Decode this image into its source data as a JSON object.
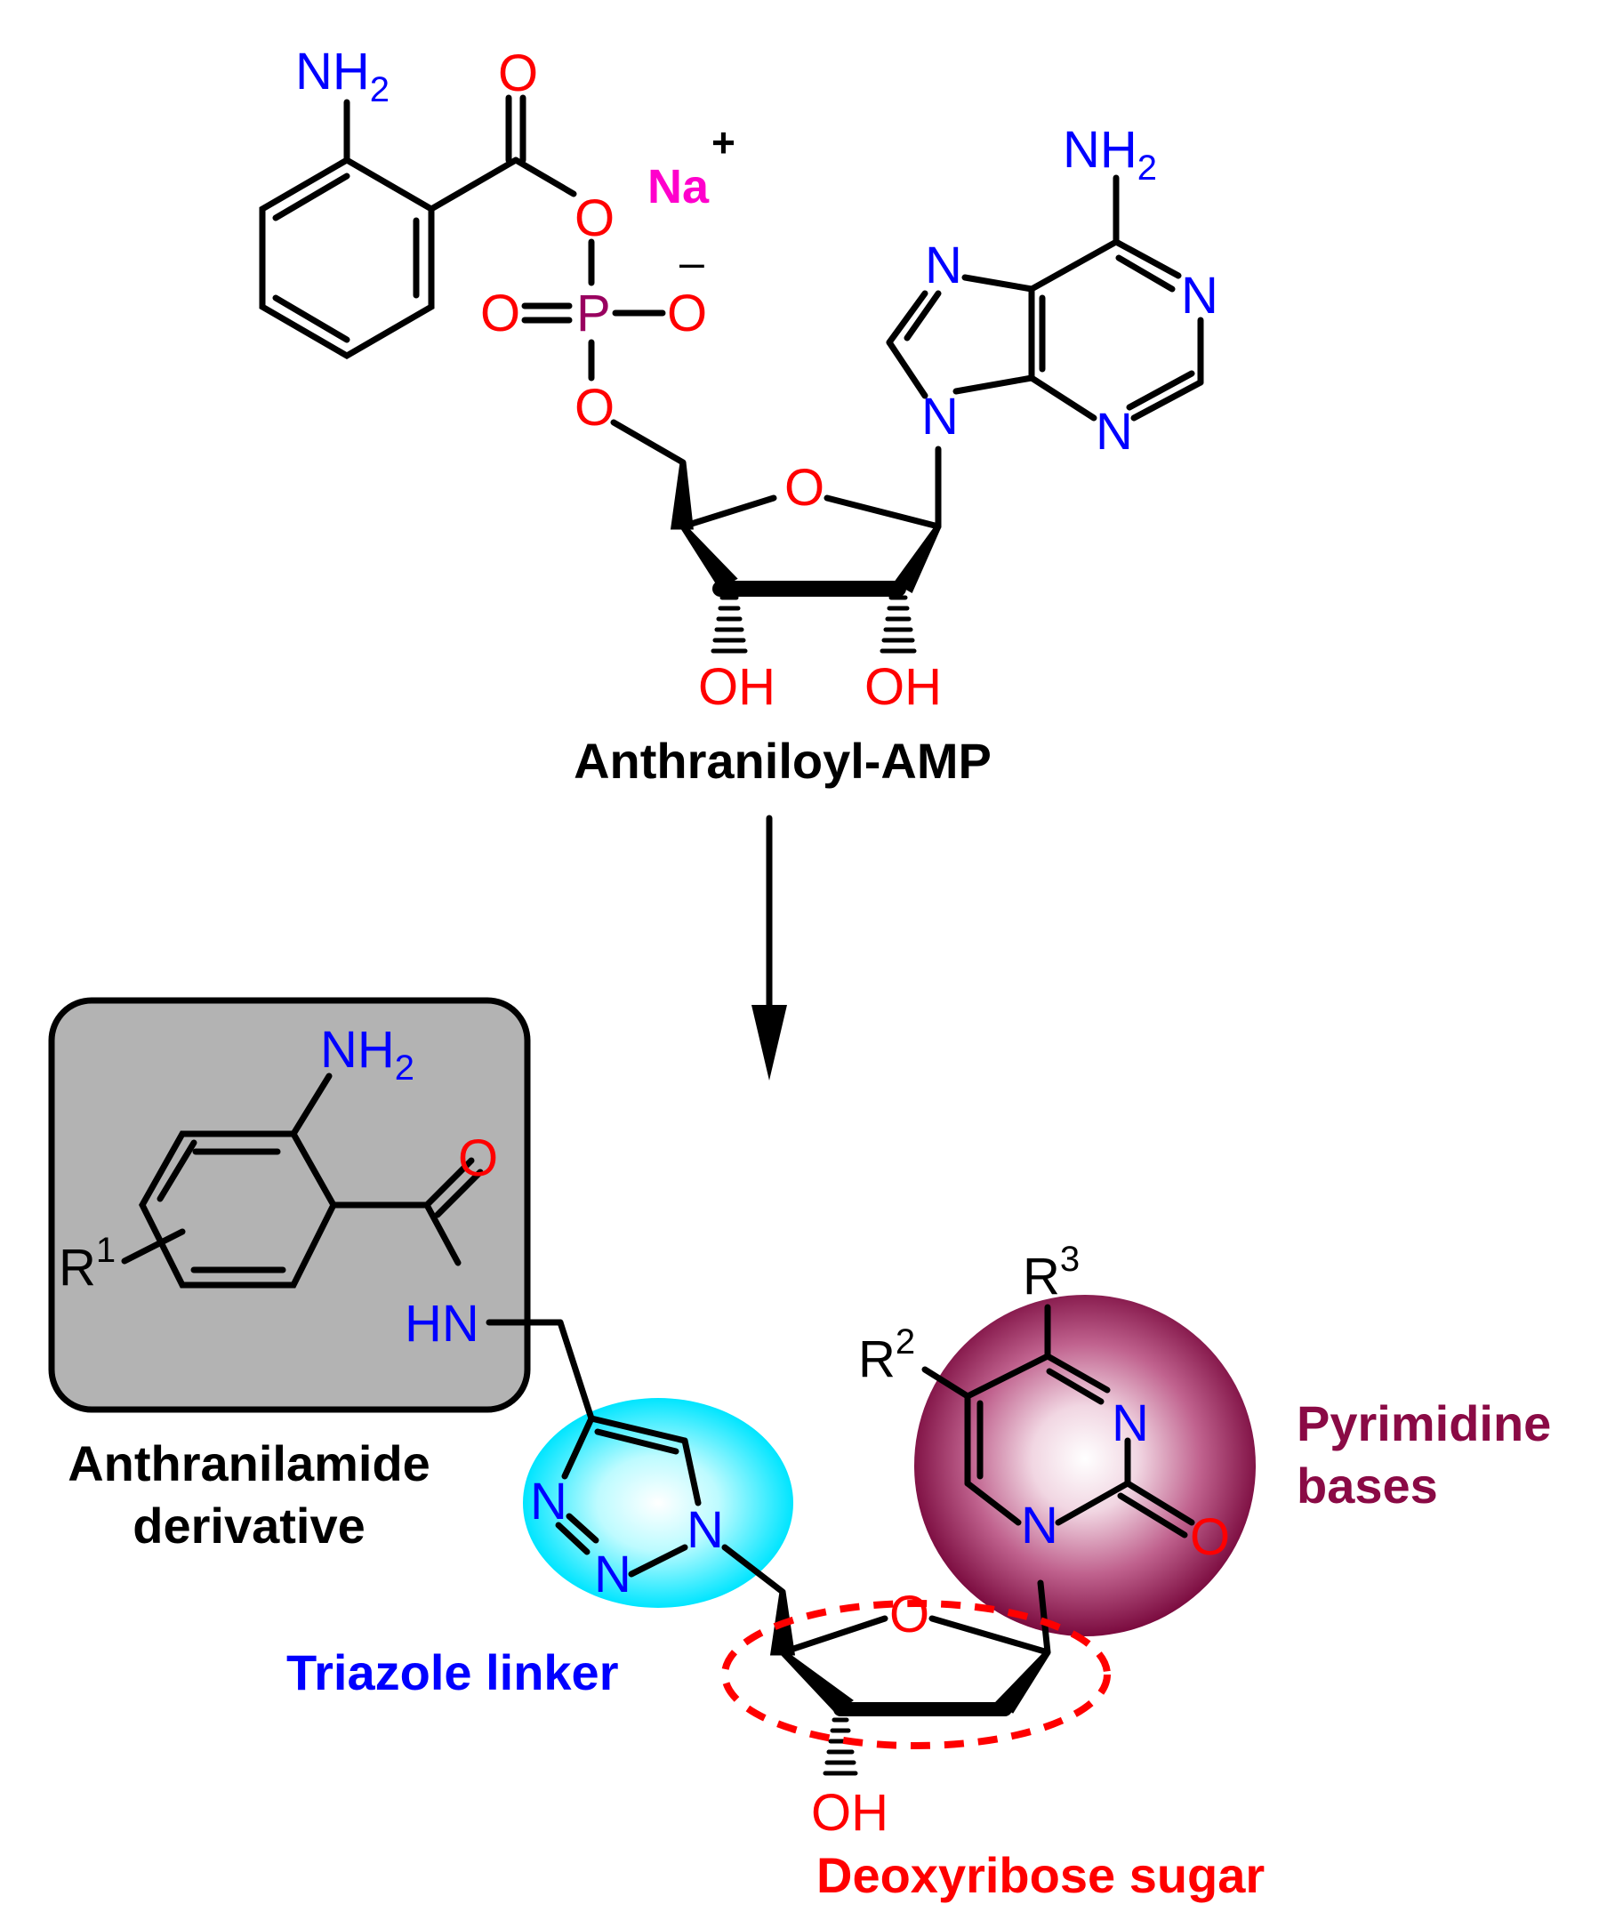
{
  "colors": {
    "bond": "#000000",
    "oxygen": "#ff0000",
    "nitrogen": "#0000ff",
    "phosphorus": "#99005f",
    "sodium": "#ff00cc",
    "box_fill": "#b3b3b3",
    "triazole_glow": "#00e5ff",
    "pyrimidine_sphere": "#8a0a45",
    "pyrimidine_label": "#8a0a45",
    "triazole_label": "#0000ff",
    "sugar_label": "#ff0000"
  },
  "top_molecule": {
    "caption": "Anthraniloyl-AMP",
    "labels": {
      "aniline_N": "NH",
      "aniline_sub": "2",
      "carbonyl_O": "O",
      "ester_O": "O",
      "sodium": "Na",
      "sodium_charge": "+",
      "phosphate_neg_charge": "–",
      "P": "P",
      "P_double_O": "O",
      "P_minus_O": "O",
      "P_lower_O": "O",
      "ring_O": "O",
      "OH_left": "OH",
      "OH_right": "OH",
      "adenine_NH": "NH",
      "adenine_sub": "2",
      "N7": "N",
      "N1": "N",
      "N3": "N",
      "N9": "N"
    }
  },
  "bottom_molecule": {
    "labels": {
      "aniline_N": "NH",
      "aniline_sub": "2",
      "amide_O": "O",
      "amide_N": "HN",
      "R1": "R",
      "R1_sup": "1",
      "triazole_N_a": "N",
      "triazole_N_b": "N",
      "triazole_N_c": "N",
      "ring_O": "O",
      "OH": "OH",
      "R2": "R",
      "R2_sup": "2",
      "R3": "R",
      "R3_sup": "3",
      "pyr_N3": "N",
      "pyr_N1": "N",
      "pyr_O": "O"
    },
    "annotations": {
      "anthranilamide_line1": "Anthranilamide",
      "anthranilamide_line2": "derivative",
      "pyrimidine_line1": "Pyrimidine",
      "pyrimidine_line2": "bases",
      "triazole": "Triazole linker",
      "sugar": "Deoxyribose sugar"
    }
  }
}
